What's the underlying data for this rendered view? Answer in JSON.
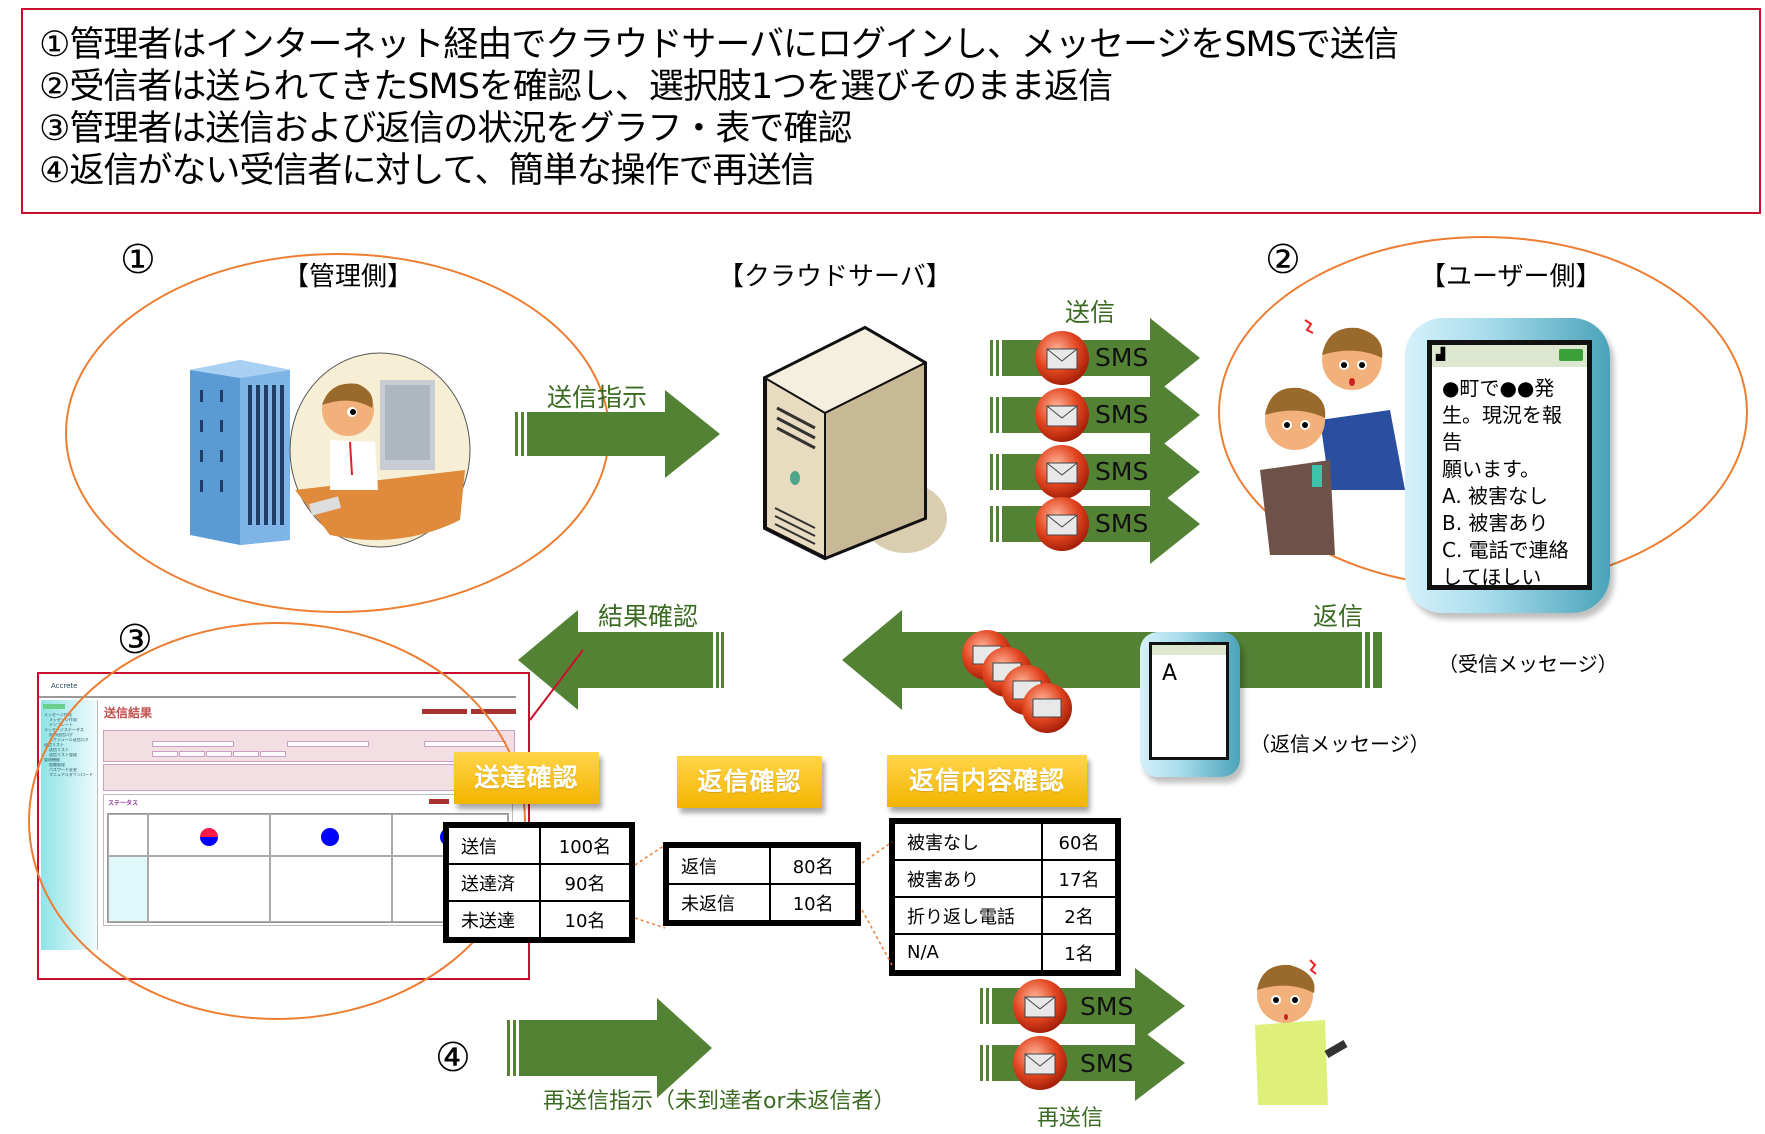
{
  "header": {
    "lines": [
      "①管理者はインターネット経由でクラウドサーバにログインし、メッセージをSMSで送信",
      "②受信者は送られてきたSMSを確認し、選択肢1つを選びそのまま返信",
      "③管理者は送信および返信の状況をグラフ・表で確認",
      "④返信がない受信者に対して、簡単な操作で再送信"
    ]
  },
  "steps": {
    "one": "①",
    "two": "②",
    "three": "③",
    "four": "④"
  },
  "sections": {
    "admin": "【管理側】",
    "cloud": "【クラウドサーバ】",
    "user": "【ユーザー側】"
  },
  "arrows": {
    "send_instruction": "送信指示",
    "send": "送信",
    "reply": "返信",
    "check_results": "結果確認",
    "resend_instruction": "再送信指示（未到達者or未返信者）",
    "resend": "再送信"
  },
  "sms_label": "SMS",
  "phone": {
    "received_message": "●町で●●発\n生。現況を報告\n願います。\nA. 被害なし\nB. 被害あり\nC. 電話で連絡\nしてほしい",
    "received_caption": "（受信メッセージ）",
    "reply_message": "A",
    "reply_caption": "（返信メッセージ）"
  },
  "dashboard": {
    "logo": "Accrete",
    "title": "送信結果",
    "menu_label": "Menu",
    "menu_items": [
      "メッセージ作成",
      "メッセージ作成",
      "テンプレート",
      "メッセージステータス",
      "即時送信ログ",
      "スケジュール送信ログ",
      "送信リスト",
      "送信リスト",
      "送信リスト管理",
      "管理機能",
      "組織管理",
      "パスワード変更",
      "マニュアルダウンロード"
    ],
    "status_title": "ステータス",
    "colors": {
      "undelivered": "#ff1a4a",
      "delivered": "#0000ff"
    }
  },
  "tags": {
    "delivery": "送達確認",
    "reply": "返信確認",
    "reply_content": "返信内容確認"
  },
  "tables": {
    "delivery": [
      {
        "label": "送信",
        "value": "100名"
      },
      {
        "label": "送達済",
        "value": "90名"
      },
      {
        "label": "未送達",
        "value": "10名"
      }
    ],
    "reply": [
      {
        "label": "返信",
        "value": "80名"
      },
      {
        "label": "未返信",
        "value": "10名"
      }
    ],
    "reply_content": [
      {
        "label": "被害なし",
        "value": "60名"
      },
      {
        "label": "被害あり",
        "value": "17名"
      },
      {
        "label": "折り返し電話",
        "value": "2名"
      },
      {
        "label": "N/A",
        "value": "1名"
      }
    ]
  },
  "colors": {
    "arrow_green": "#548235",
    "label_green": "#3b6b22",
    "ellipse_orange": "#ed7d31",
    "frame_red": "#c8102e",
    "tag_gold": "#f4b400"
  }
}
